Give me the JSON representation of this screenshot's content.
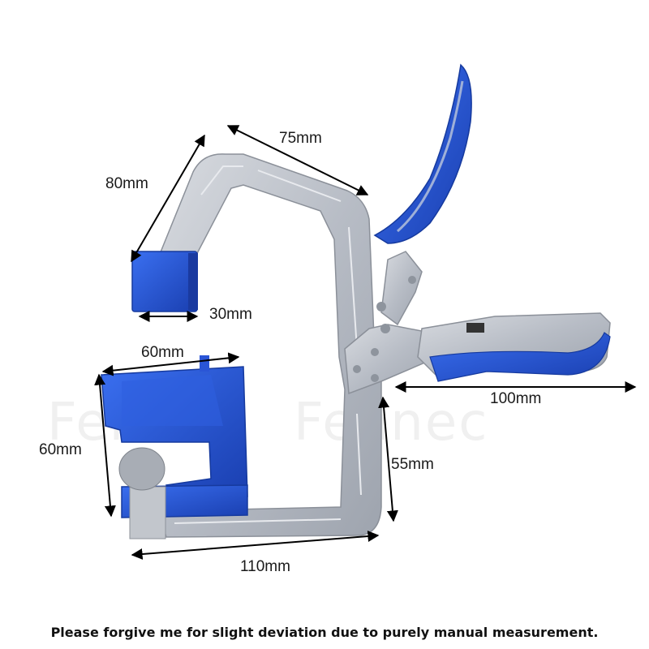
{
  "watermark": {
    "left": "Fennec",
    "right": "Fennec"
  },
  "dimensions": {
    "top_width": "75mm",
    "jaw_height_top": "80mm",
    "pad_width": "30mm",
    "block_width": "60mm",
    "block_height": "60mm",
    "handle_length": "100mm",
    "throat_depth": "55mm",
    "base_length": "110mm"
  },
  "caption": "Please forgive me for slight deviation due to purely manual measurement.",
  "colors": {
    "blue": "#1f4fd0",
    "silver": "#b9bec7",
    "dimension_line": "#000000"
  }
}
